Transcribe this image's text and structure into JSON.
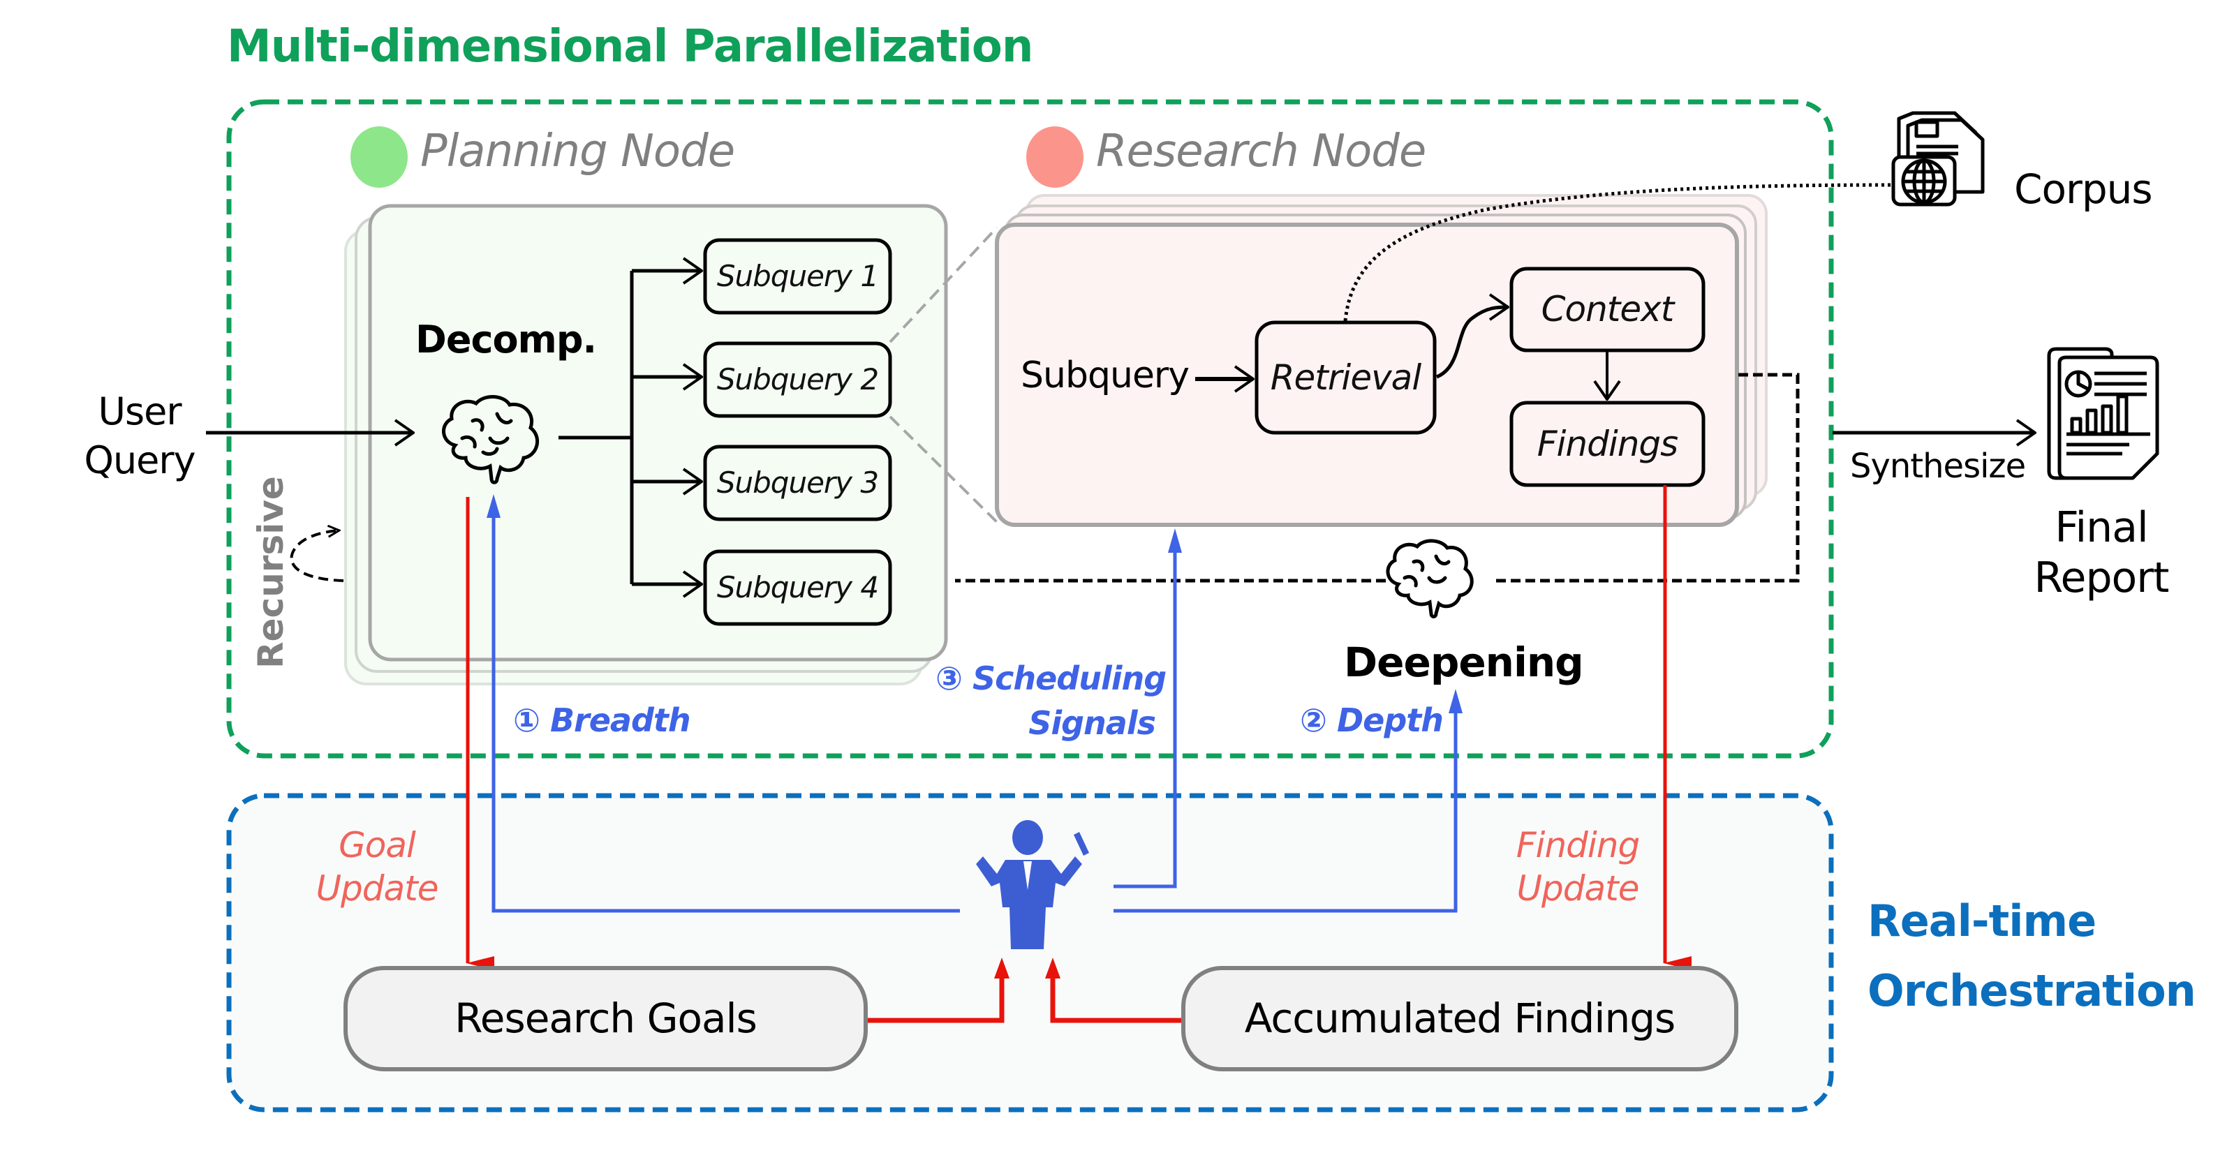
{
  "figure": {
    "sections": {
      "parallelization_title": "Multi-dimensional Parallelization",
      "orchestration_title_line1": "Real-time",
      "orchestration_title_line2": "Orchestration"
    },
    "colors": {
      "parallelization_green": "#0fa05a",
      "orchestration_blue": "#0b6fbd",
      "planning_dot": "#8ee68a",
      "research_dot": "#fb958c",
      "signal_blue": "#3e63e6",
      "update_red": "#e8130b",
      "update_label_red": "#f0645a",
      "conductor_blue": "#3d5ed3"
    },
    "planning_node": {
      "label": "Planning Node",
      "decomp_label": "Decomp.",
      "subqueries": [
        "Subquery 1",
        "Subquery 2",
        "Subquery 3",
        "Subquery 4"
      ],
      "recursive_label": "Recursive"
    },
    "research_node": {
      "label": "Research Node",
      "input_label": "Subquery",
      "retrieval_label": "Retrieval",
      "context_label": "Context",
      "findings_label": "Findings"
    },
    "inputs_outputs": {
      "user_query_line1": "User",
      "user_query_line2": "Query",
      "corpus_label": "Corpus",
      "synthesize_label": "Synthesize",
      "final_report_line1": "Final",
      "final_report_line2": "Report"
    },
    "deepening_label": "Deepening",
    "signals": {
      "breadth": "① Breadth",
      "depth": "② Depth",
      "scheduling_line1": "③ Scheduling",
      "scheduling_line2": "Signals"
    },
    "updates": {
      "goal_line1": "Goal",
      "goal_line2": "Update",
      "finding_line1": "Finding",
      "finding_line2": "Update"
    },
    "orchestration": {
      "research_goals": "Research Goals",
      "accumulated_findings": "Accumulated Findings"
    }
  }
}
